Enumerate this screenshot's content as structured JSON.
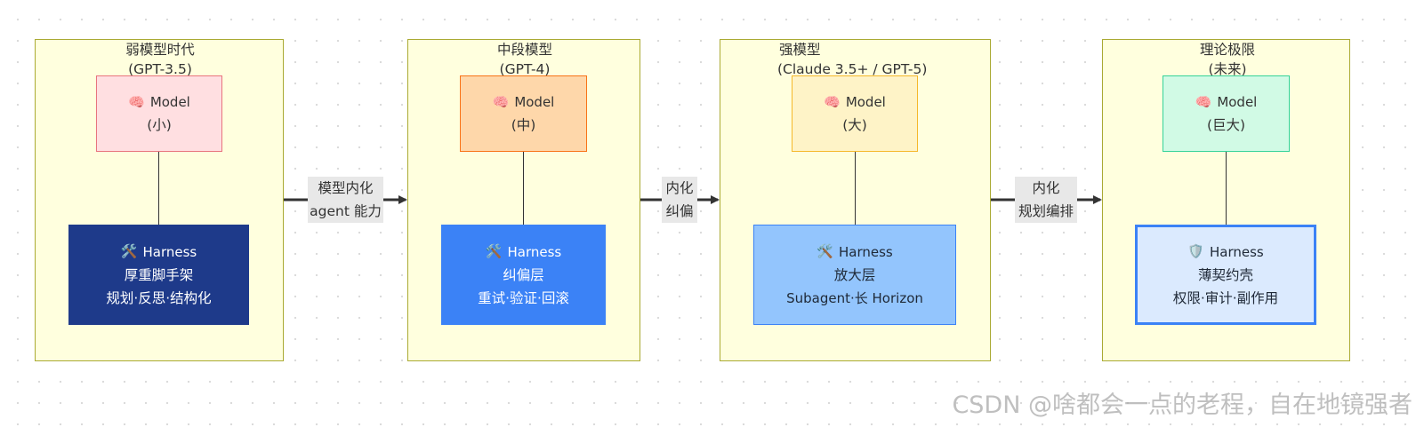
{
  "stages": [
    {
      "title": "弱模型时代",
      "subtitle": "(GPT-3.5)",
      "model": {
        "icon": "brain-icon",
        "label": "Model",
        "size": "(小)",
        "fill": "#ffdfe1",
        "border": "#e8747d"
      },
      "harness": {
        "icon": "tools-icon",
        "label": "Harness",
        "line1": "厚重脚手架",
        "line2": "规划·反思·结构化",
        "fill": "#1e3a8a",
        "border": "#1e3a8a",
        "text": "#ffffff"
      }
    },
    {
      "title": "中段模型",
      "subtitle": "(GPT-4)",
      "model": {
        "icon": "brain-icon",
        "label": "Model",
        "size": "(中)",
        "fill": "#fed7aa",
        "border": "#f97316"
      },
      "harness": {
        "icon": "tools-icon",
        "label": "Harness",
        "line1": "纠偏层",
        "line2": "重试·验证·回滚",
        "fill": "#3b82f6",
        "border": "#3b82f6",
        "text": "#ffffff"
      }
    },
    {
      "title": "强模型",
      "subtitle": "(Claude 3.5+ / GPT-5)",
      "model": {
        "icon": "brain-icon",
        "label": "Model",
        "size": "(大)",
        "fill": "#fef3c7",
        "border": "#f5b82a"
      },
      "harness": {
        "icon": "tools-icon",
        "label": "Harness",
        "line1": "放大层",
        "line2": "Subagent·长 Horizon",
        "fill": "#93c5fd",
        "border": "#3b82f6",
        "text": "#1f2937"
      }
    },
    {
      "title": "理论极限",
      "subtitle": "(未来)",
      "model": {
        "icon": "brain-icon",
        "label": "Model",
        "size": "(巨大)",
        "fill": "#d1fae5",
        "border": "#34d399"
      },
      "harness": {
        "icon": "shield-icon",
        "label": "Harness",
        "line1": "薄契约壳",
        "line2": "权限·审计·副作用",
        "fill": "#dbeafe",
        "border": "#3b82f6",
        "text": "#1f2937"
      }
    }
  ],
  "transitions": [
    {
      "line1": "模型内化",
      "line2": "agent 能力"
    },
    {
      "line1": "内化",
      "line2": "纠偏"
    },
    {
      "line1": "内化",
      "line2": "规划编排"
    }
  ],
  "colors": {
    "stage_fill": "#ffffde",
    "stage_border": "#aaaa33",
    "edge": "#333333",
    "label_bg": "#e8e8e8"
  },
  "watermark": "CSDN @啥都会一点的老程，自在地镜强者"
}
